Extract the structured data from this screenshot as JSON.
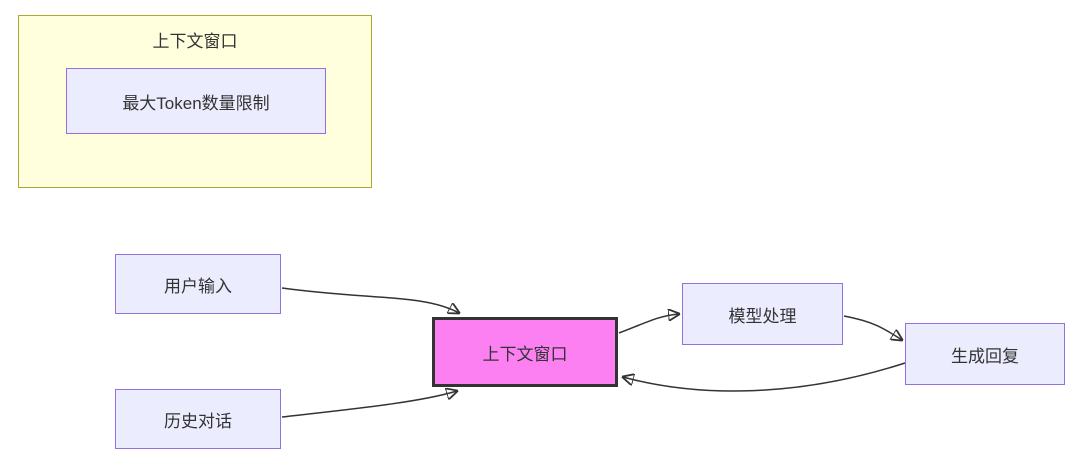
{
  "diagram": {
    "subgraph": {
      "title": "上下文窗口",
      "node_max_token": "最大Token数量限制"
    },
    "nodes": {
      "user_input": "用户输入",
      "history_dialog": "历史对话",
      "context_window": "上下文窗口",
      "model_process": "模型处理",
      "generate_reply": "生成回复"
    },
    "edges": [
      {
        "from": "user_input",
        "to": "context_window"
      },
      {
        "from": "history_dialog",
        "to": "context_window"
      },
      {
        "from": "context_window",
        "to": "model_process"
      },
      {
        "from": "model_process",
        "to": "generate_reply"
      },
      {
        "from": "generate_reply",
        "to": "context_window"
      }
    ],
    "colors": {
      "subgraph_fill": "#FFFFDE",
      "subgraph_border": "#AAAA33",
      "node_fill": "#ECECFF",
      "node_border": "#9370DB",
      "highlight_fill": "#FC80F2",
      "highlight_border": "#333333",
      "edge": "#333333",
      "text": "#333333",
      "background": "#FFFFFF"
    }
  }
}
